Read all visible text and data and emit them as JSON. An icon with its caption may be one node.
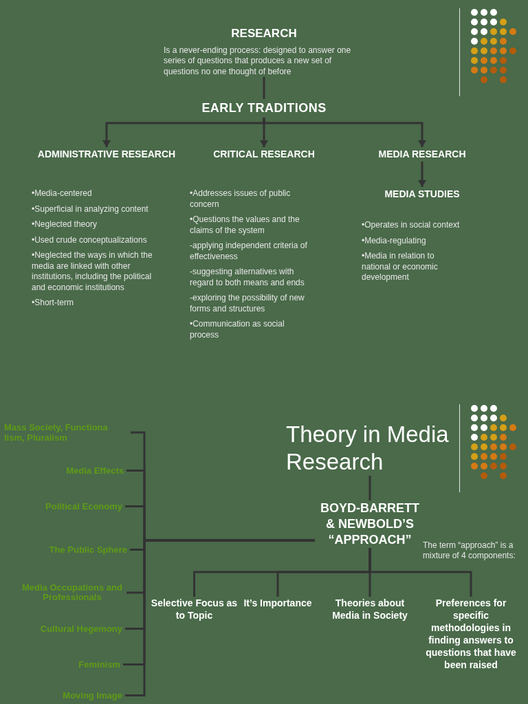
{
  "diagram": {
    "nodes": [
      {
        "text": [
          "RESEARCH",
          "Is a never-ending process: designed to answer one series of questions that produces a new set of questions no one thought of before"
        ]
      },
      {
        "text": [
          "EARLY TRADITIONS"
        ]
      },
      {
        "text": [
          "ADMINISTRATIVE RESEARCH",
          "•Media-centered",
          "•Superficial in analyzing content",
          "•Neglected theory",
          "•Used crude conceptualizations",
          "•Neglected the ways in which the media are linked with other institutions, including the political and economic institutions",
          "•Short-term"
        ]
      },
      {
        "text": [
          "CRITICAL RESEARCH",
          "•Addresses issues of public concern",
          "•Questions the values and the claims of the system",
          "-applying independent criteria of effectiveness",
          "-suggesting alternatives with regard to both means and ends",
          "-exploring the possibility of new forms and structures",
          "•Communication as social process"
        ]
      },
      {
        "text": [
          "MEDIA RESEARCH"
        ]
      },
      {
        "text": [
          "MEDIA STUDIES",
          "•Operates in social context",
          "•Media-regulating",
          "•Media in relation to national or economic development"
        ]
      },
      {
        "text": [
          "Theory in Media Research"
        ]
      },
      {
        "text": [
          "BOYD-BARRETT & NEWBOLD’S “APPROACH”"
        ],
        "beside": [
          "The term “approach” is a mixture of 4 components:"
        ]
      },
      {
        "text": [
          "Selective Focus as to Topic"
        ]
      },
      {
        "text": [
          "It’s Importance"
        ]
      },
      {
        "text": [
          "Theories about Media in Society"
        ]
      },
      {
        "text": [
          "Preferences for specific methodologies in finding answers to questions that have been raised"
        ]
      },
      {
        "text": [
          "Mass Society, Functiona lism, Pluralism"
        ]
      },
      {
        "text": [
          "Media Effects"
        ]
      },
      {
        "text": [
          "Political Economy"
        ]
      },
      {
        "text": [
          "The Public Sphere"
        ]
      },
      {
        "text": [
          "Media Occupations and Professionals"
        ]
      },
      {
        "text": [
          "Cultural Hegemony"
        ]
      },
      {
        "text": [
          "Feminism"
        ]
      },
      {
        "text": [
          "Moving Image"
        ]
      }
    ],
    "edges": [
      {
        "from": 0,
        "to": 1,
        "arrow": "none"
      },
      {
        "from": 1,
        "to": 2,
        "arrow": "to"
      },
      {
        "from": 1,
        "to": 3,
        "arrow": "to"
      },
      {
        "from": 1,
        "to": 4,
        "arrow": "to"
      },
      {
        "from": 4,
        "to": 5,
        "arrow": "to"
      },
      {
        "from": 6,
        "to": 7,
        "arrow": "none"
      },
      {
        "from": 7,
        "to": 8,
        "arrow": "none"
      },
      {
        "from": 7,
        "to": 9,
        "arrow": "none"
      },
      {
        "from": 7,
        "to": 10,
        "arrow": "none"
      },
      {
        "from": 7,
        "to": 11,
        "arrow": "none"
      },
      {
        "from": 7,
        "to": 12,
        "arrow": "none"
      },
      {
        "from": 7,
        "to": 13,
        "arrow": "none"
      },
      {
        "from": 7,
        "to": 14,
        "arrow": "none"
      },
      {
        "from": 7,
        "to": 15,
        "arrow": "none"
      },
      {
        "from": 7,
        "to": 16,
        "arrow": "none"
      },
      {
        "from": 7,
        "to": 17,
        "arrow": "none"
      },
      {
        "from": 7,
        "to": 18,
        "arrow": "none"
      },
      {
        "from": 7,
        "to": 19,
        "arrow": "none"
      }
    ]
  }
}
